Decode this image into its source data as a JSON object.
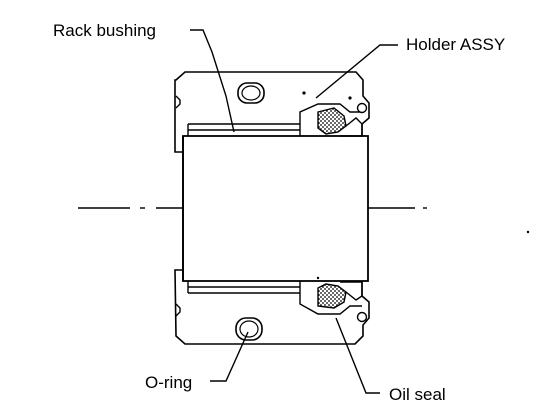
{
  "labels": {
    "rack_bushing": "Rack bushing",
    "holder_assy": "Holder ASSY",
    "o_ring": "O-ring",
    "oil_seal": "Oil seal"
  }
}
